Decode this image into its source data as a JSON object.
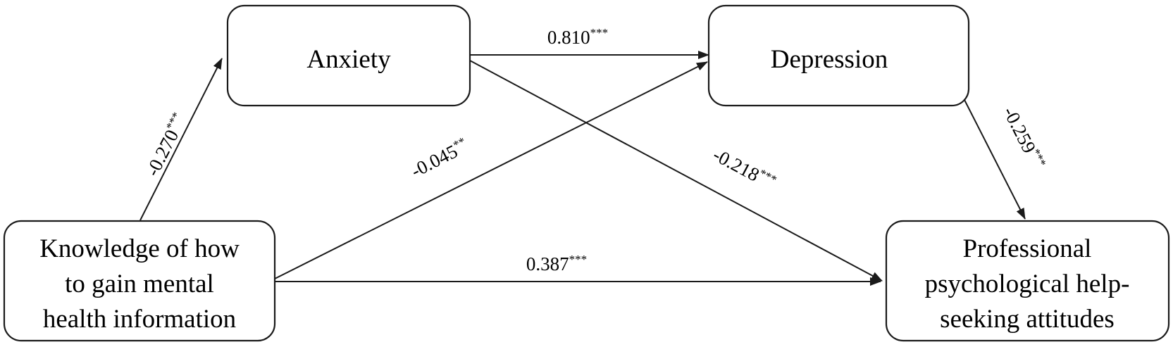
{
  "nodes": {
    "knowledge": {
      "lines": [
        "Knowledge of how",
        "to gain mental",
        "health information"
      ]
    },
    "anxiety": {
      "lines": [
        "Anxiety"
      ]
    },
    "depression": {
      "lines": [
        "Depression"
      ]
    },
    "attitudes": {
      "lines": [
        "Professional",
        "psychological help-",
        "seeking attitudes"
      ]
    }
  },
  "edges": {
    "knowledge_anxiety": {
      "from": "knowledge",
      "to": "anxiety",
      "value": "-0.270",
      "sig": "***"
    },
    "anxiety_depression": {
      "from": "anxiety",
      "to": "depression",
      "value": "0.810",
      "sig": "***"
    },
    "knowledge_depression": {
      "from": "knowledge",
      "to": "depression",
      "value": "-0.045",
      "sig": "**"
    },
    "anxiety_attitudes": {
      "from": "anxiety",
      "to": "attitudes",
      "value": "-0.218",
      "sig": "***"
    },
    "depression_attitudes": {
      "from": "depression",
      "to": "attitudes",
      "value": "-0.259",
      "sig": "***"
    },
    "knowledge_attitudes": {
      "from": "knowledge",
      "to": "attitudes",
      "value": "0.387",
      "sig": "***"
    }
  }
}
